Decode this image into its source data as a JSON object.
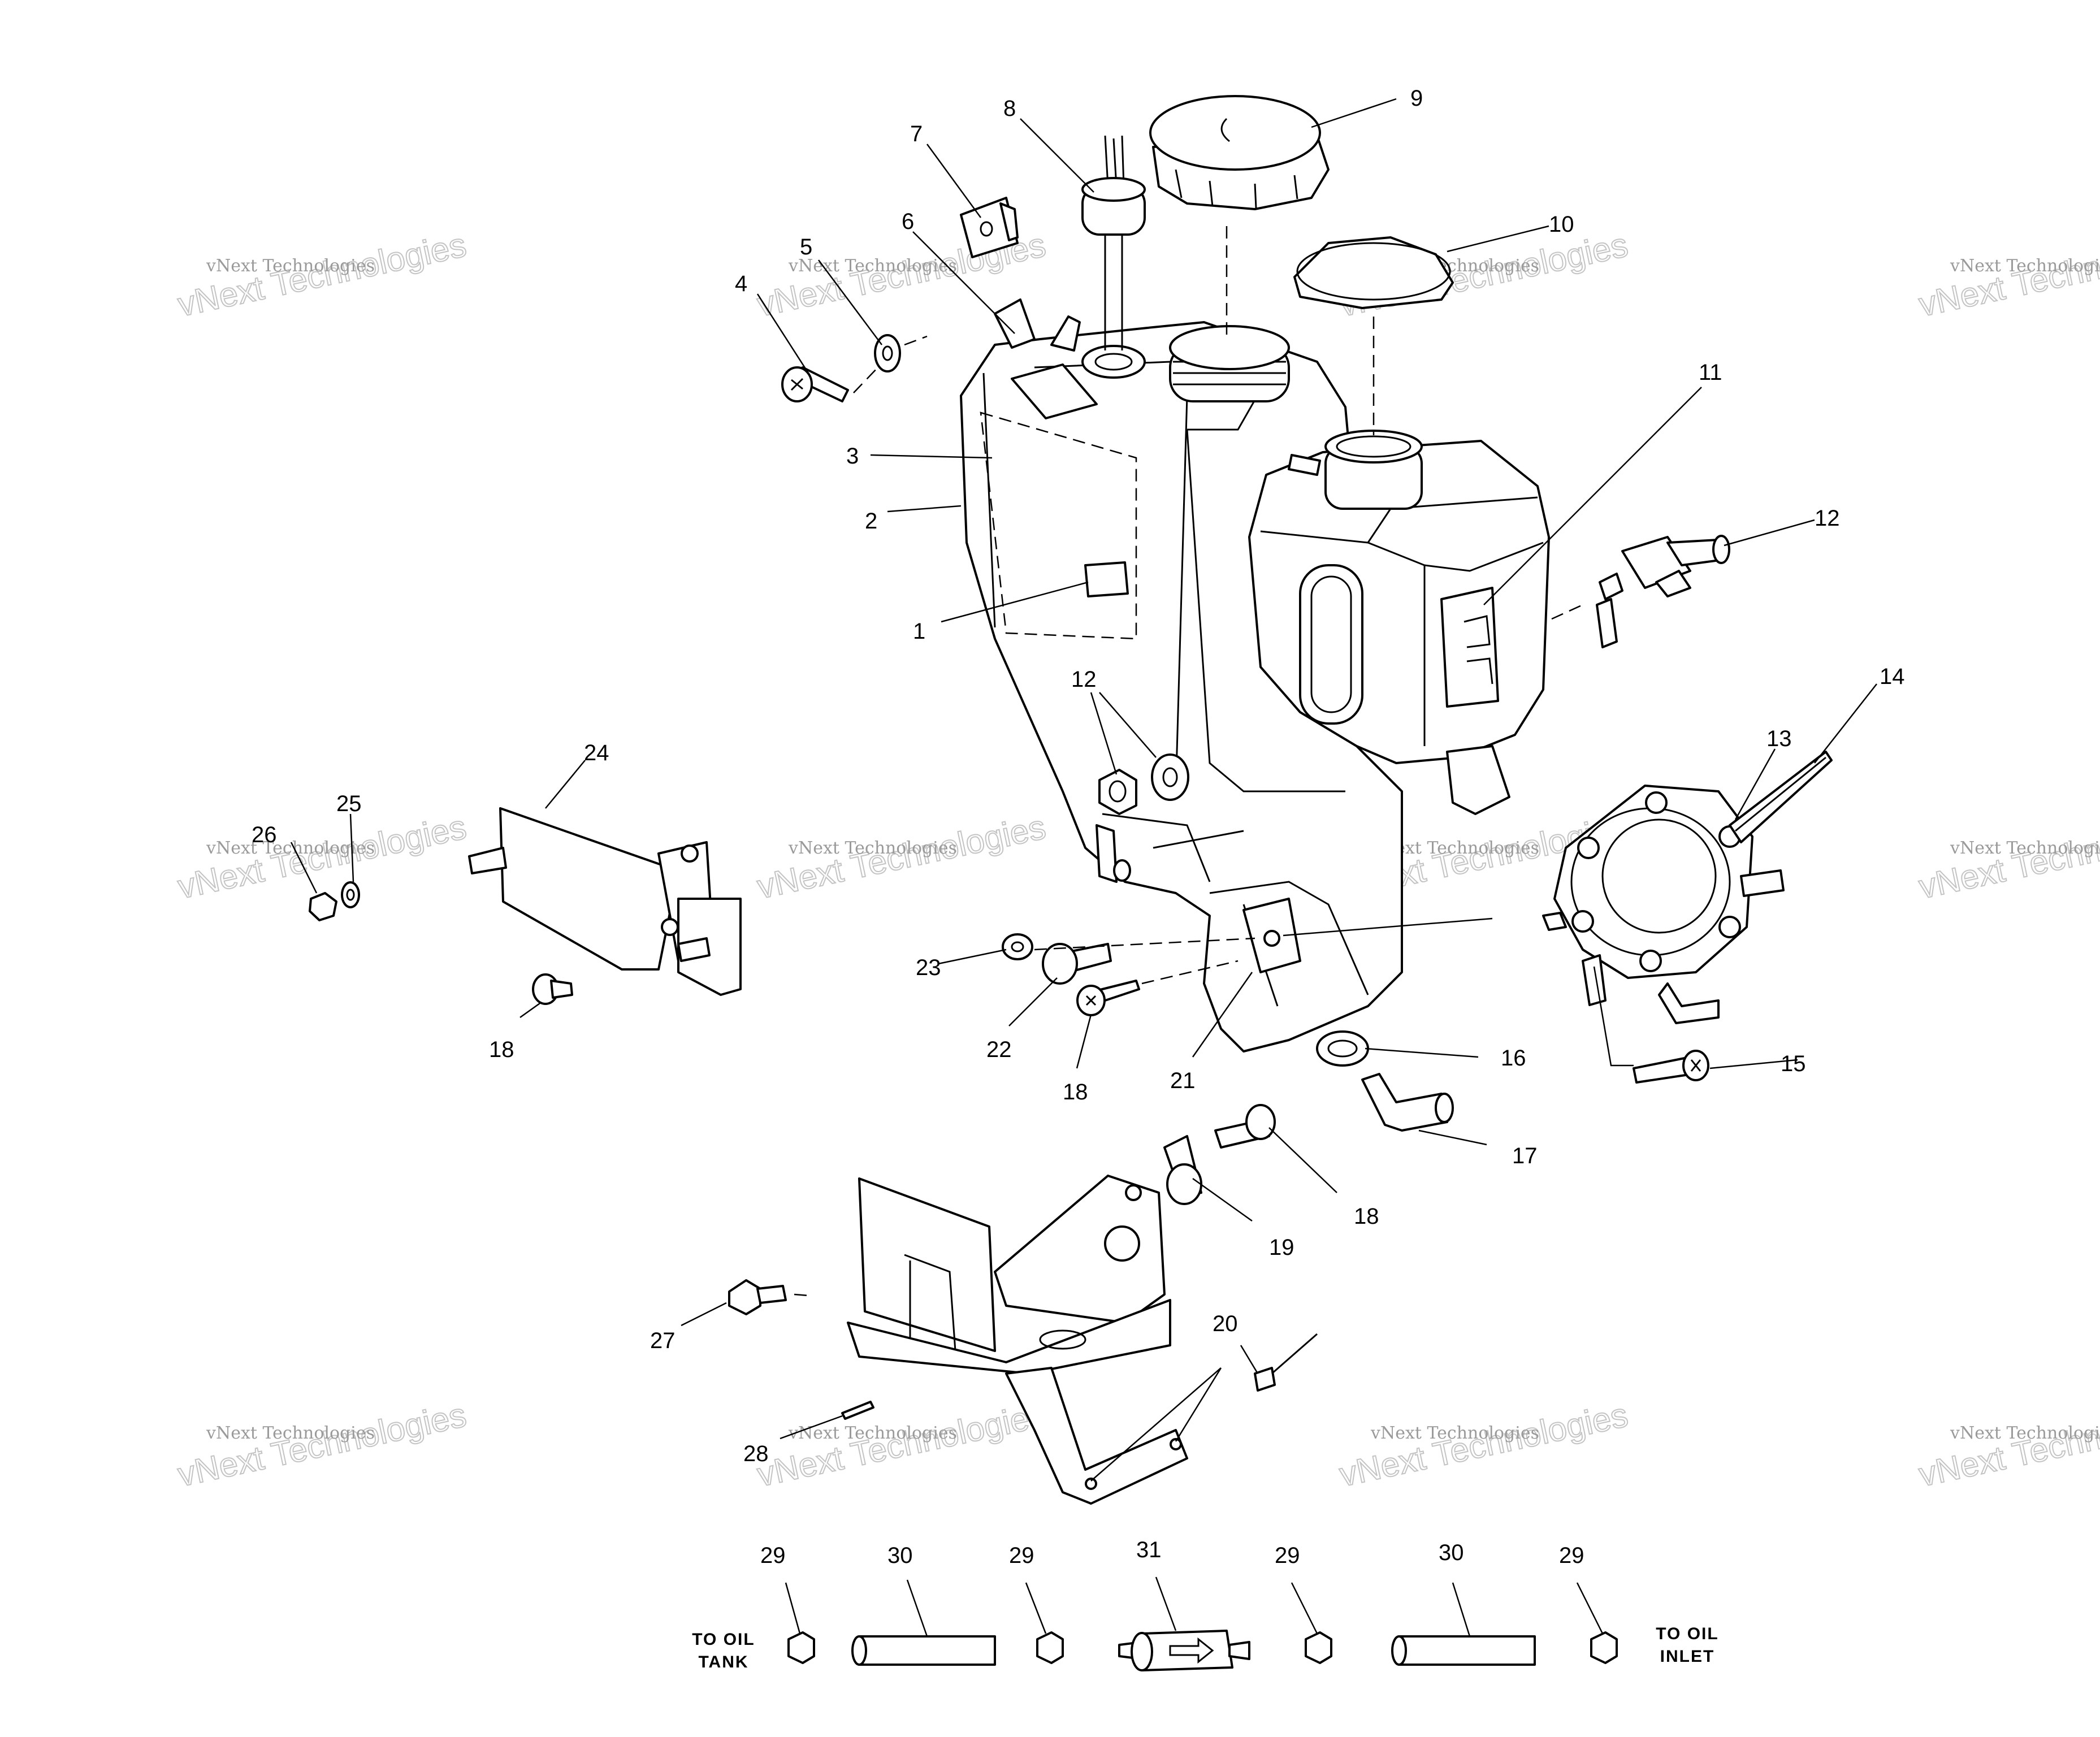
{
  "callouts": [
    {
      "id": "c1",
      "label": "1"
    },
    {
      "id": "c2",
      "label": "2"
    },
    {
      "id": "c3",
      "label": "3"
    },
    {
      "id": "c4",
      "label": "4"
    },
    {
      "id": "c5",
      "label": "5"
    },
    {
      "id": "c6",
      "label": "6"
    },
    {
      "id": "c7",
      "label": "7"
    },
    {
      "id": "c8",
      "label": "8"
    },
    {
      "id": "c9",
      "label": "9"
    },
    {
      "id": "c10",
      "label": "10"
    },
    {
      "id": "c11",
      "label": "11"
    },
    {
      "id": "c12a",
      "label": "12"
    },
    {
      "id": "c12b",
      "label": "12"
    },
    {
      "id": "c13",
      "label": "13"
    },
    {
      "id": "c14",
      "label": "14"
    },
    {
      "id": "c15",
      "label": "15"
    },
    {
      "id": "c16",
      "label": "16"
    },
    {
      "id": "c17",
      "label": "17"
    },
    {
      "id": "c18a",
      "label": "18"
    },
    {
      "id": "c18b",
      "label": "18"
    },
    {
      "id": "c18c",
      "label": "18"
    },
    {
      "id": "c19",
      "label": "19"
    },
    {
      "id": "c20",
      "label": "20"
    },
    {
      "id": "c21",
      "label": "21"
    },
    {
      "id": "c22",
      "label": "22"
    },
    {
      "id": "c23",
      "label": "23"
    },
    {
      "id": "c24",
      "label": "24"
    },
    {
      "id": "c25",
      "label": "25"
    },
    {
      "id": "c26",
      "label": "26"
    },
    {
      "id": "c27",
      "label": "27"
    },
    {
      "id": "c28",
      "label": "28"
    },
    {
      "id": "c29a",
      "label": "29"
    },
    {
      "id": "c29b",
      "label": "29"
    },
    {
      "id": "c29c",
      "label": "29"
    },
    {
      "id": "c29d",
      "label": "29"
    },
    {
      "id": "c30a",
      "label": "30"
    },
    {
      "id": "c30b",
      "label": "30"
    },
    {
      "id": "c31",
      "label": "31"
    }
  ],
  "notes": {
    "to_oil_tank": [
      "TO OIL",
      "TANK"
    ],
    "to_oil_inlet": [
      "TO OIL",
      "INLET"
    ]
  },
  "watermark": {
    "line1": "vNext Technologies",
    "line2": "vNext Technologies"
  }
}
